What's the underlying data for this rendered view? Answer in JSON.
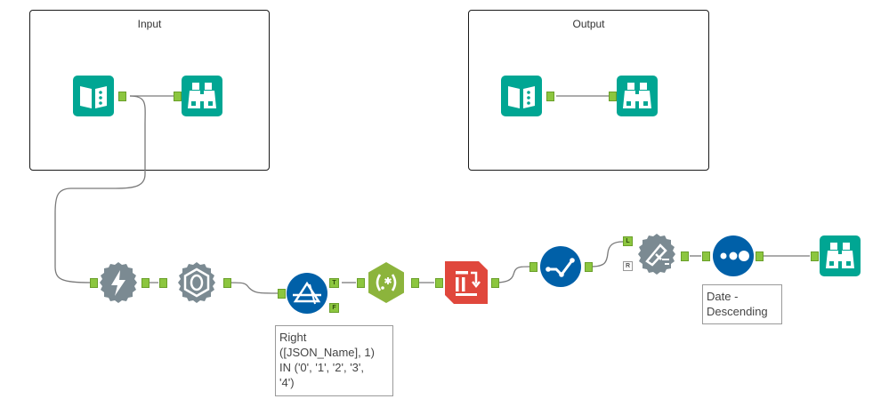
{
  "containers": {
    "input_title": "Input",
    "output_title": "Output"
  },
  "tools": [
    {
      "id": "input-data-1",
      "icon": "book-icon",
      "color": "#00a693"
    },
    {
      "id": "browse-1",
      "icon": "binoculars-icon",
      "color": "#00a693"
    },
    {
      "id": "input-data-2",
      "icon": "book-icon",
      "color": "#00a693"
    },
    {
      "id": "browse-2",
      "icon": "binoculars-icon",
      "color": "#00a693"
    },
    {
      "id": "dynamic-input",
      "icon": "lightning-icon",
      "color": "#7b8a92"
    },
    {
      "id": "json-parse",
      "icon": "json-icon",
      "color": "#7b8a92"
    },
    {
      "id": "filter",
      "icon": "filter-icon",
      "color": "#0060a8"
    },
    {
      "id": "regex",
      "icon": "regex-icon",
      "color": "#8cb43c"
    },
    {
      "id": "cross-tab",
      "icon": "crosstab-icon",
      "color": "#e0473c"
    },
    {
      "id": "select",
      "icon": "checkmark-icon",
      "color": "#0060a8"
    },
    {
      "id": "append",
      "icon": "append-icon",
      "color": "#7b8a92"
    },
    {
      "id": "sort",
      "icon": "sort-icon",
      "color": "#0060a8"
    },
    {
      "id": "browse-3",
      "icon": "binoculars-icon",
      "color": "#00a693"
    }
  ],
  "anchor_labels": {
    "filter_true": "T",
    "filter_false": "F",
    "append_left": "L",
    "append_right": "R"
  },
  "annotations": {
    "filter_expression": "Right\n([JSON_Name], 1)\nIN ('0', '1', '2', '3',\n'4')",
    "sort_order": "Date -\nDescending"
  },
  "colors": {
    "anchor_green": "#8cc63f",
    "wire_gray": "#7a7a7a",
    "teal": "#00a693",
    "blue": "#0060a8",
    "red": "#e0473c",
    "gray": "#7b8a92",
    "lime": "#8cb43c"
  }
}
